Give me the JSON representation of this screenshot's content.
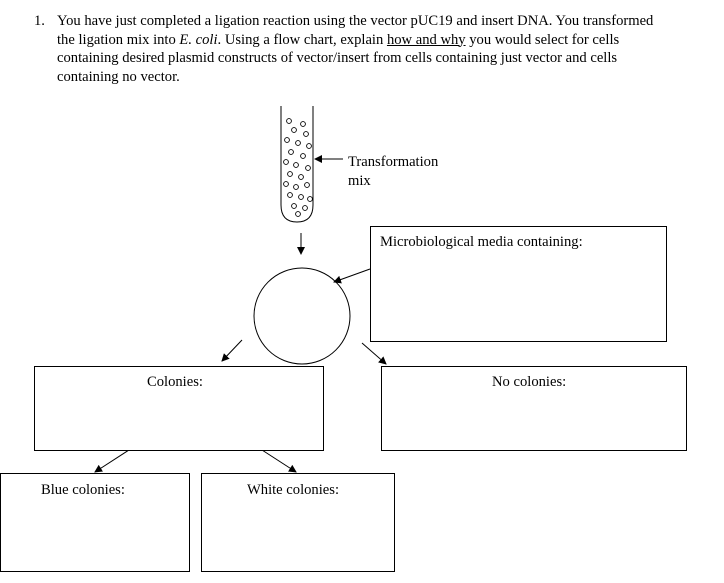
{
  "question": {
    "number": "1.",
    "part1": "You have just completed a ligation reaction using the vector pUC19 and insert DNA. You transformed the ligation mix into ",
    "organism": "E. coli",
    "part2": ". Using a flow chart, explain ",
    "emphasis": "how and why",
    "part3": " you would select for cells containing desired plasmid constructs of vector/insert from cells containing just vector and cells containing no vector."
  },
  "diagram": {
    "tube_label_line1": "Transformation",
    "tube_label_line2": "mix",
    "media_label": "Microbiological media containing:",
    "colonies_label": "Colonies:",
    "no_colonies_label": "No colonies:",
    "blue_label": "Blue colonies:",
    "white_label": "White colonies:"
  }
}
